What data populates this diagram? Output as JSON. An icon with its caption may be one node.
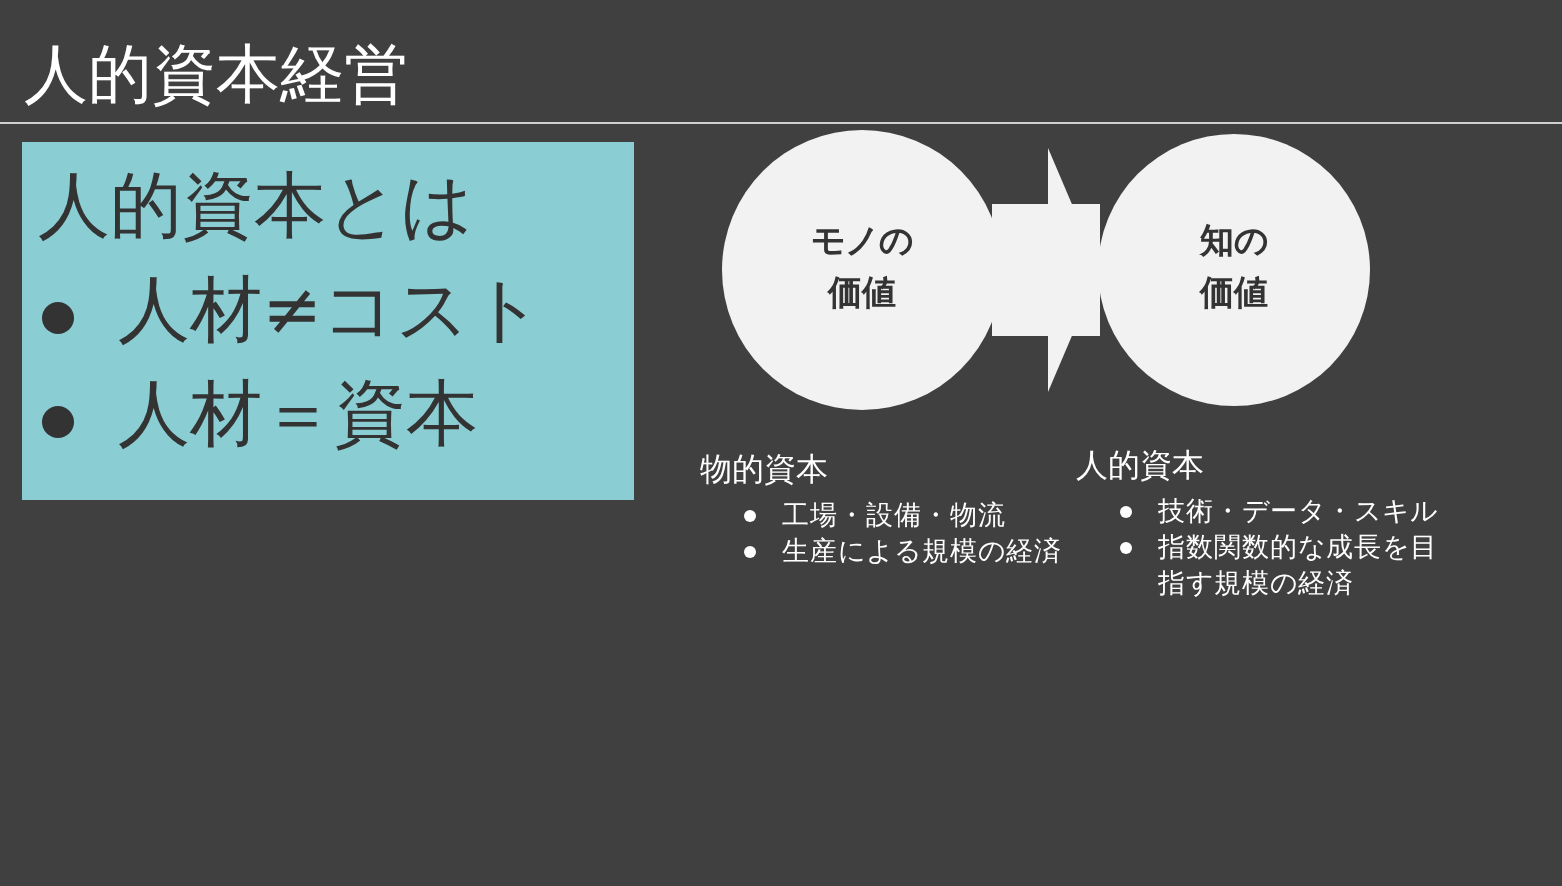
{
  "diagram": {
    "title": "人的資本経営",
    "nodes": [
      {
        "text": [
          "人的資本とは",
          "人材≠コスト",
          "人材＝資本"
        ]
      },
      {
        "text": [
          "モノの価値"
        ],
        "beside": [
          "物的資本",
          "工場・設備・物流",
          "生産による規模の経済"
        ]
      },
      {
        "text": [
          "知の価値"
        ],
        "beside": [
          "人的資本",
          "技術・データ・スキル",
          "指数関数的な成長を目指す規模の経済"
        ]
      }
    ],
    "edges": [
      {
        "from": 1,
        "to": 2,
        "arrow": "to"
      }
    ]
  }
}
